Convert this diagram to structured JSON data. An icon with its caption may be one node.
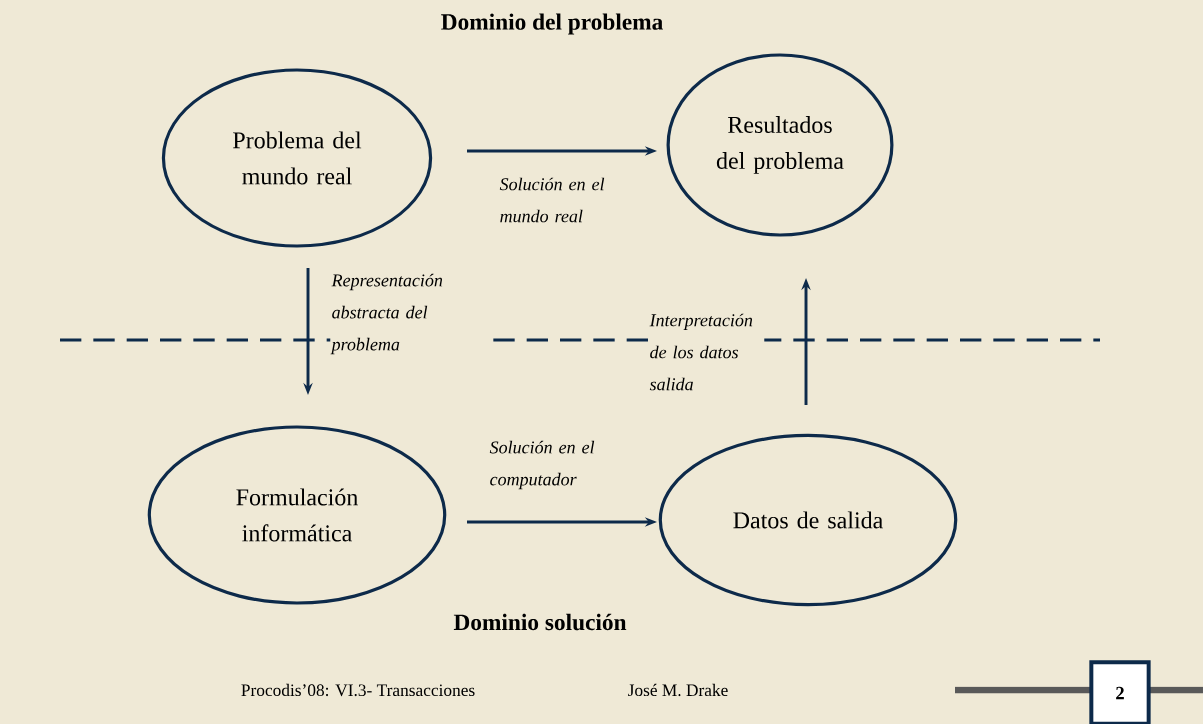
{
  "diagram": {
    "title": "Dominio del problema",
    "nodes": [
      {
        "text": [
          "Problema del mundo real"
        ]
      },
      {
        "text": [
          "Resultados del problema"
        ]
      },
      {
        "text": [
          "Formulación informática"
        ]
      },
      {
        "text": [
          "Datos de salida"
        ]
      }
    ],
    "edges": [
      {
        "from": 0,
        "to": 1,
        "arrow": "to",
        "label": "Solución en el mundo real"
      },
      {
        "from": 0,
        "to": 2,
        "arrow": "to",
        "label": "Representación abstracta del problema"
      },
      {
        "from": 2,
        "to": 3,
        "arrow": "to",
        "label": "Solución en el computador"
      },
      {
        "from": 3,
        "to": 1,
        "arrow": "to",
        "label": "Interpretación de los datos salida"
      }
    ],
    "labels": [
      "Dominio solución",
      "Procodis’08:  VI.3- Transacciones",
      "José M. Drake",
      "2"
    ]
  }
}
